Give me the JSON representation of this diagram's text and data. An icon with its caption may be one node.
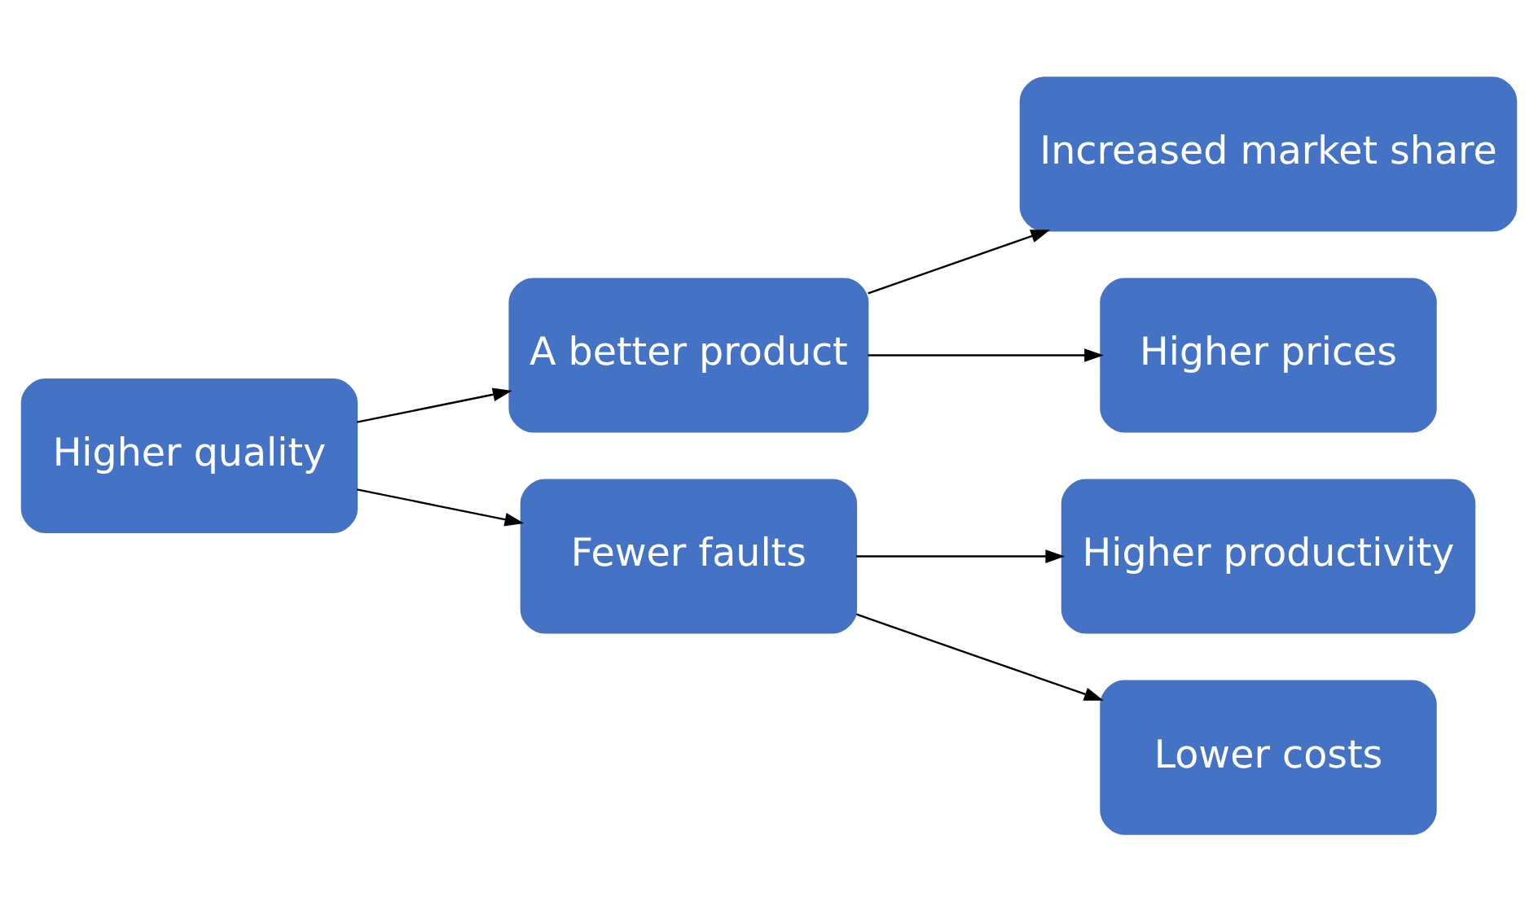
{
  "diagram": {
    "nodes": [
      {
        "text": [
          "Higher quality"
        ]
      },
      {
        "text": [
          "A better product"
        ]
      },
      {
        "text": [
          "Fewer faults"
        ]
      },
      {
        "text": [
          "Increased market share"
        ]
      },
      {
        "text": [
          "Higher prices"
        ]
      },
      {
        "text": [
          "Higher productivity"
        ]
      },
      {
        "text": [
          "Lower costs"
        ]
      }
    ],
    "edges": [
      {
        "from": 0,
        "to": 1,
        "arrow": "to"
      },
      {
        "from": 0,
        "to": 2,
        "arrow": "to"
      },
      {
        "from": 1,
        "to": 3,
        "arrow": "to"
      },
      {
        "from": 1,
        "to": 4,
        "arrow": "to"
      },
      {
        "from": 2,
        "to": 5,
        "arrow": "to"
      },
      {
        "from": 2,
        "to": 6,
        "arrow": "to"
      }
    ]
  }
}
